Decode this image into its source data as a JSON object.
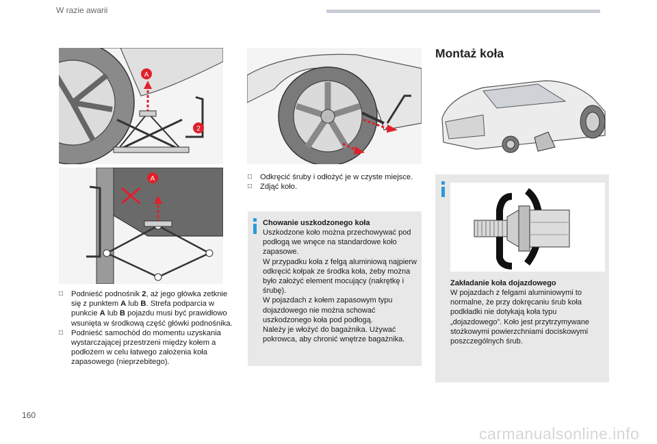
{
  "header": {
    "section_title": "W razie awarii"
  },
  "page": {
    "number": "160"
  },
  "watermark": {
    "text": "carmanualsonline.info"
  },
  "labels": {
    "point_a": "A",
    "jack_number": "2"
  },
  "left_instructions": {
    "items": [
      {
        "parts": [
          "Podnieść podnośnik ",
          "2",
          ", aż jego główka zetknie się z punktem ",
          "A",
          " lub ",
          "B",
          ". Strefa podparcia w punkcie ",
          "A",
          " lub ",
          "B",
          " pojazdu musi być prawidłowo wsunięta w środkową część główki podnośnika."
        ]
      },
      {
        "parts": [
          "Podnieść samochód do momentu uzyskania wystarczającej przestrzeni między kołem a podłożem w celu łatwego założenia koła zapasowego (nieprzebitego)."
        ]
      }
    ]
  },
  "middle_instructions": {
    "items": [
      {
        "text": "Odkręcić śruby i odłożyć je w czyste miejsce."
      },
      {
        "text": "Zdjąć koło."
      }
    ]
  },
  "info_damaged_wheel": {
    "title": "Chowanie uszkodzonego koła",
    "body": "Uszkodzone koło można przechowywać pod podłogą we wnęce na standardowe koło zapasowe.\nW przypadku koła z felgą aluminiową najpierw odkręcić kołpak ze środka koła, żeby można było założyć element mocujący (nakrętkę i śrubę).\nW pojazdach z kołem zapasowym typu dojazdowego nie można schować uszkodzonego koła pod podłogą.\nNależy je włożyć do bagażnika. Używać pokrowca, aby chronić wnętrze bagażnika."
  },
  "right_section": {
    "title": "Montaż koła"
  },
  "info_spare_wheel": {
    "title": "Zakładanie koła dojazdowego",
    "body": "W pojazdach z felgami aluminiowymi to normalne, że przy dokręcaniu śrub koła podkładki nie dotykają koła typu „dojazdowego”. Koło jest przytrzymywane stożkowymi powierzchniami dociskowymi poszczególnych śrub."
  },
  "colors": {
    "accent_red": "#e0202a",
    "info_blue": "#2b9bd8",
    "box_grey": "#e8e8e8",
    "header_bar": "#c8ccd4"
  }
}
